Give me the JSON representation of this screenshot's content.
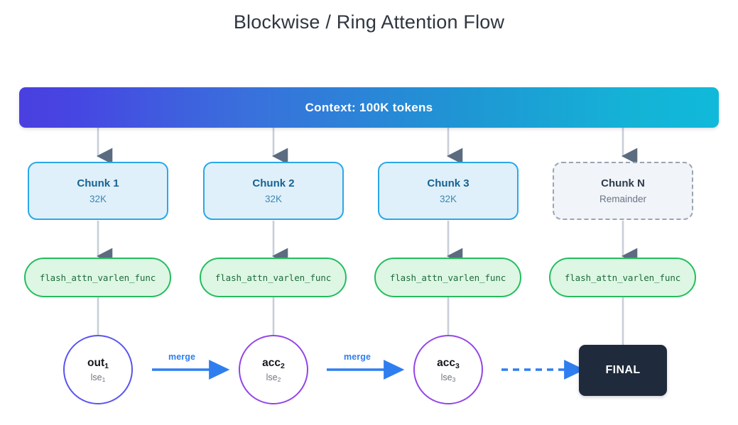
{
  "title": "Blockwise / Ring Attention Flow",
  "context_banner": {
    "label": "Context: 100K tokens",
    "gradient_start": "#4a3fe0",
    "gradient_end": "#10b9da"
  },
  "chunks": [
    {
      "title": "Chunk 1",
      "subtitle": "32K",
      "style": "solid"
    },
    {
      "title": "Chunk 2",
      "subtitle": "32K",
      "style": "solid"
    },
    {
      "title": "Chunk 3",
      "subtitle": "32K",
      "style": "solid"
    },
    {
      "title": "Chunk N",
      "subtitle": "Remainder",
      "style": "dashed"
    }
  ],
  "kernels": [
    {
      "label": "flash_attn_varlen_func"
    },
    {
      "label": "flash_attn_varlen_func"
    },
    {
      "label": "flash_attn_varlen_func"
    },
    {
      "label": "flash_attn_varlen_func"
    }
  ],
  "accumulators": [
    {
      "main": "out",
      "main_sub": "1",
      "sub": "lse",
      "sub_sub": "1",
      "color": "#5954ef"
    },
    {
      "main": "acc",
      "main_sub": "2",
      "sub": "lse",
      "sub_sub": "2",
      "color": "#9344e8"
    },
    {
      "main": "acc",
      "main_sub": "3",
      "sub": "lse",
      "sub_sub": "3",
      "color": "#9344e8"
    }
  ],
  "merge_labels": [
    {
      "label": "merge"
    },
    {
      "label": "merge"
    }
  ],
  "final": {
    "label": "FINAL",
    "color": "#1f2a3c"
  },
  "colors": {
    "chunk_fill": "#dff0fb",
    "chunk_border": "#29a8e8",
    "chunk_dashed_border": "#9aa4b5",
    "kernel_fill": "#ddf7e4",
    "kernel_border": "#25bd5e",
    "merge_arrow": "#2f7ef0",
    "connector_line": "#c8cfd8",
    "connector_head": "#5b6b80"
  }
}
